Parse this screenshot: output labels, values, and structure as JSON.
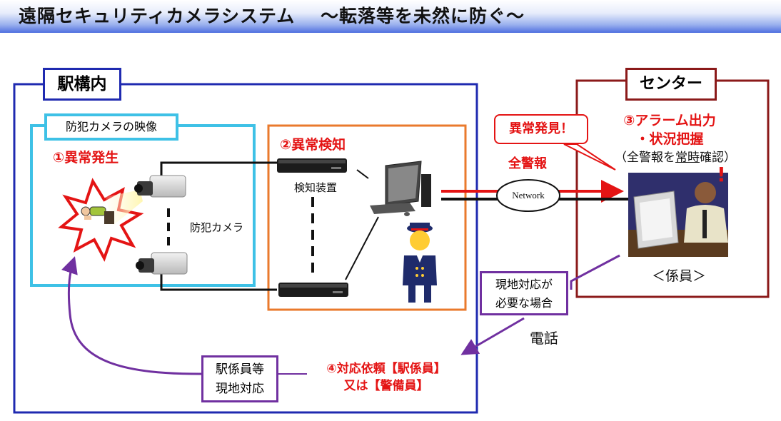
{
  "header": {
    "title": "遠隔セキュリティカメラシステム　 ～転落等を未然に防ぐ～"
  },
  "station": {
    "title": "駅構内",
    "camera_panel": {
      "title": "防犯カメラの映像",
      "incident": "①異常発生",
      "camera_label": "防犯カメラ"
    },
    "detection_panel": {
      "title": "②異常検知",
      "device_label": "検知装置"
    },
    "request": {
      "line1": "④対応依頼【駅係員】",
      "line2": "又は【警備員】"
    },
    "staff_box": {
      "line1": "駅係員等",
      "line2": "現地対応"
    }
  },
  "network": {
    "label": "Network",
    "alert": "全警報",
    "callout": "異常発見！"
  },
  "center": {
    "title": "センター",
    "monitor_line1": "③アラーム出力",
    "monitor_line2": "・状況把握",
    "confirm_prefix": "（全警報を",
    "confirm_emph": "常時",
    "confirm_suffix": "確認）",
    "operator_label": "＜係員＞",
    "exclaim": "!"
  },
  "onsite_box": {
    "line1": "現地対応が",
    "line2": "必要な場合"
  },
  "phone_label": "電話",
  "colors": {
    "station_border": "#1f2ab0",
    "camera_border": "#3ec1e6",
    "detect_border": "#ea7a2c",
    "center_border": "#8b1a1a",
    "purple": "#7030a0",
    "alert_red": "#e41414"
  }
}
